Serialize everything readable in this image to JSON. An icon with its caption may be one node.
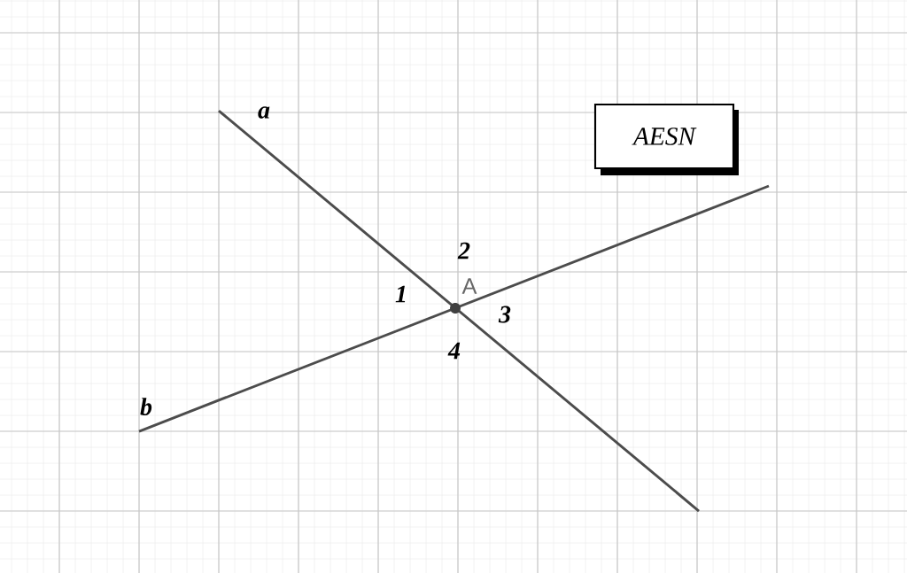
{
  "diagram": {
    "nodes": [
      {
        "text": [
          "AESN"
        ]
      }
    ],
    "labels": [
      "a",
      "2",
      "A",
      "1",
      "3",
      "4",
      "b"
    ]
  }
}
